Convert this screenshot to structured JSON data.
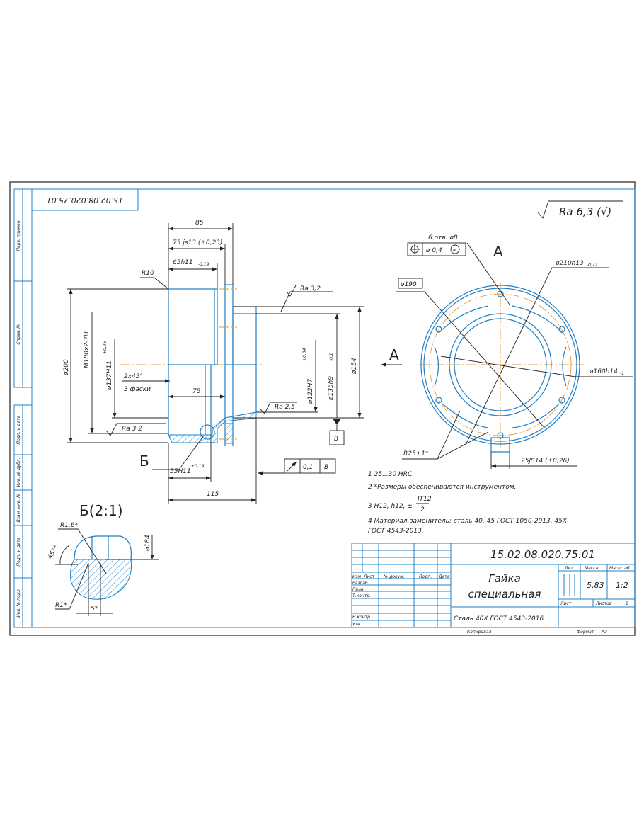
{
  "drawing_number": "15.02.08.020.75.01",
  "drawing_number_rotated": "15.02.08.020.75.01",
  "roughness_general": "Ra 6,3 (√)",
  "side_stamp": [
    "Перв. примен.",
    "Справ. №",
    "Подп. и дата",
    "Инв. № дубл.",
    "Взам. инв. №",
    "Подп. и дата",
    "Инв. № подл."
  ],
  "main_view": {
    "dims": {
      "d85": "85",
      "d75js13": "75 js13 (±0,23)",
      "d65h11": "65h11",
      "d65h11_tol": "-0,19",
      "r10": "R10",
      "d200": "ø200",
      "m180": "M180x2-7H",
      "d137": "ø137H11",
      "d137_tol": "+0,25",
      "chamfer": "2x45°",
      "chamfer_note": "3 фаски",
      "d75": "75",
      "ra32_top": "Ra 3,2",
      "ra32_bot": "Ra 3,2",
      "ra25": "Ra 2,5",
      "d122": "ø122H7",
      "d122_tol": "+0,04",
      "d135": "ø135h9",
      "d135_tol": "-0,1",
      "d154": "ø154",
      "datum": "B",
      "section_mark": "Б",
      "d55": "55H11",
      "d55_tol": "+0,19",
      "d115": "115",
      "runout_value": "0,1",
      "runout_datum": "B"
    }
  },
  "side_view": {
    "label_a_top": "A",
    "label_a_side": "A",
    "holes": "6 отв. ø8",
    "position_tol": "ø 0,4",
    "modifier": "M",
    "d190": "ø190",
    "d210": "ø210h13",
    "d210_tol": "-0,72",
    "d160": "ø160h14",
    "d160_tol": "-1",
    "r25": "R25±1*",
    "w25": "25JS14 (±0,26)"
  },
  "detail": {
    "title": "Б(2:1)",
    "r16": "R1,6*",
    "a45": "45°*",
    "r1": "R1*",
    "d5": "5*",
    "d184": "ø184"
  },
  "notes": [
    "1  25...30 HRC.",
    "2  *Размеры обеспечиваются инструментом.",
    "3  H12, h12, ±",
    "4  Материал-заменитель: сталь 40, 45 ГОСТ 1050-2013, 45Х",
    "ГОСТ 4543-2013."
  ],
  "note3_num": "IT12",
  "note3_den": "2",
  "title_block": {
    "number": "15.02.08.020.75.01",
    "name_line1": "Гайка",
    "name_line2": "специальная",
    "material": "Сталь 40Х ГОСТ 4543-2016",
    "col_headers": [
      "Изм",
      "Лист",
      "№ докум.",
      "Подп.",
      "Дата"
    ],
    "rows": [
      "Разраб.",
      "Пров.",
      "Т.контр.",
      "Н.контр.",
      "Утв."
    ],
    "lit_label": "Лит.",
    "mass_label": "Масса",
    "scale_label": "Масштаб",
    "mass": "5,83",
    "scale": "1:2",
    "sheet_label": "Лист",
    "sheets_label": "Листов",
    "sheets": "1",
    "copied": "Копировал",
    "format_label": "Формат",
    "format": "A3"
  }
}
